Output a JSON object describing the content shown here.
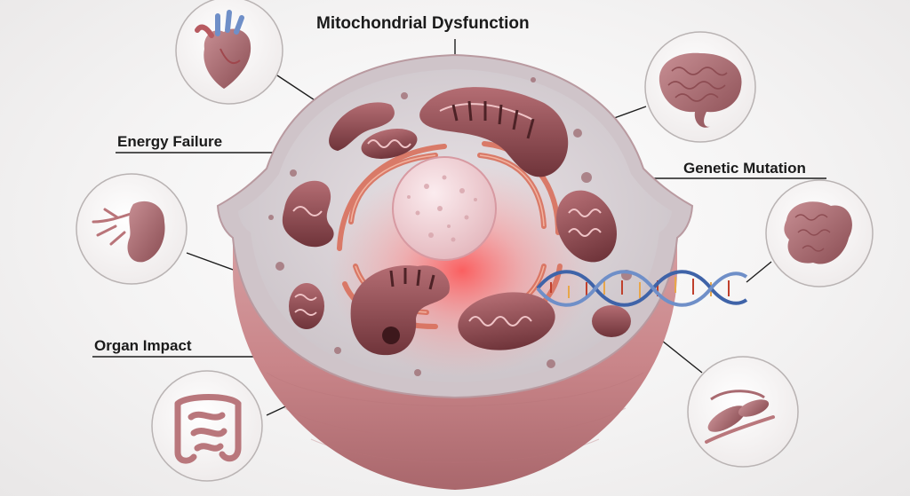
{
  "labels": {
    "title": "Mitochondrial Dysfunction",
    "energy": "Energy Failure",
    "genetic": "Genetic Mutation",
    "organ": "Organ Impact"
  },
  "colors": {
    "membrane": "#c98e92",
    "cytoplasm": "#d8d2d6",
    "mitochondria": "#8a4a50",
    "golgi": "#e0826c",
    "nucleus": "#efd9dc",
    "glow": "#ff5a5a",
    "dna_blue": "#3f63a8",
    "leader_line": "#1d1d1d"
  },
  "insets": [
    "heart-icon",
    "brain-icon",
    "vasculature-icon",
    "pancreas-icon",
    "intestine-icon",
    "muscle-fiber-icon"
  ]
}
